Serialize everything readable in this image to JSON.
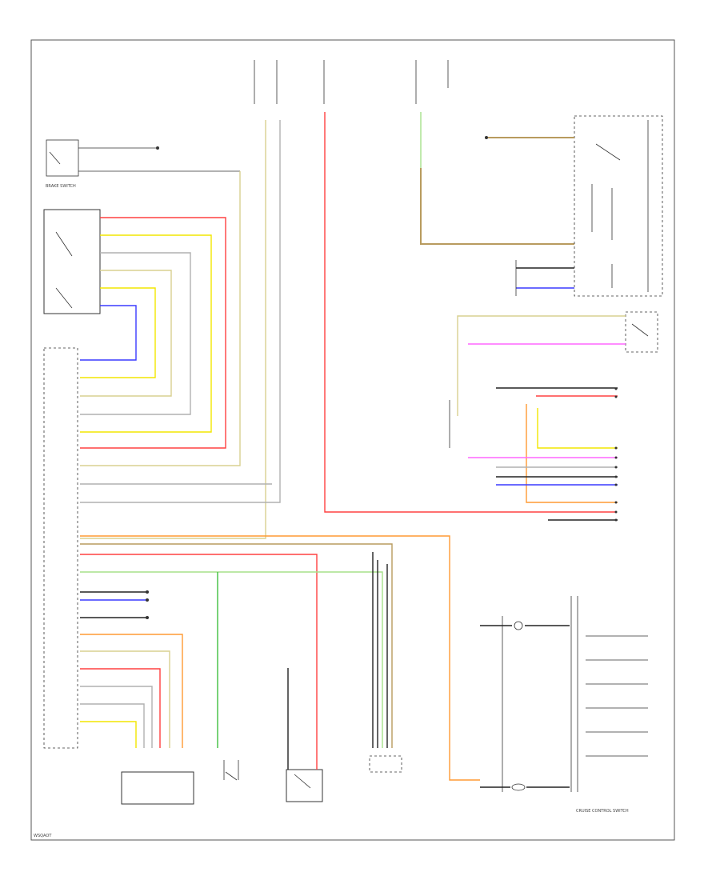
{
  "title": "Cruise Control Wiring Diagram",
  "colors": {
    "red": "#ff4040",
    "yellow": "#f2e600",
    "green": "#3fbf3f",
    "light_green": "#a6e08a",
    "blue": "#3a3aff",
    "brown": "#b89b5e",
    "pink": "#ff66ff",
    "orange": "#ff9a33",
    "gray": "#b0b0b0",
    "black": "#222222",
    "tan": "#d8d090"
  },
  "labels": {
    "brake_switch": "BRAKE SWITCH",
    "cruise_control_switch": "CRUISE CONTROL SWITCH"
  },
  "caption": "WSQAOT"
}
